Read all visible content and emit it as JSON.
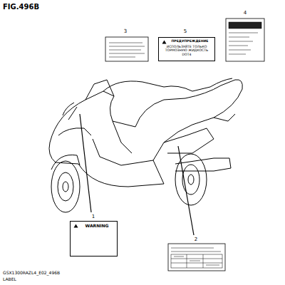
{
  "diagram": {
    "title": "FIG.496B",
    "nodes": [
      {
        "text": [
          "ПРЕДУПРЕЖДЕНИЕ",
          "ИСПОЛЬЗУЙТЕ ТОЛЬКО ТОРМОЗНУЮ ЖИДКОСТЬ DOT4"
        ]
      },
      {
        "text": [
          "WARNING"
        ]
      }
    ],
    "labels": [
      "3",
      "5",
      "4",
      "1",
      "2",
      "GSX1300RAZL4_E02_496B",
      "LABEL"
    ]
  }
}
